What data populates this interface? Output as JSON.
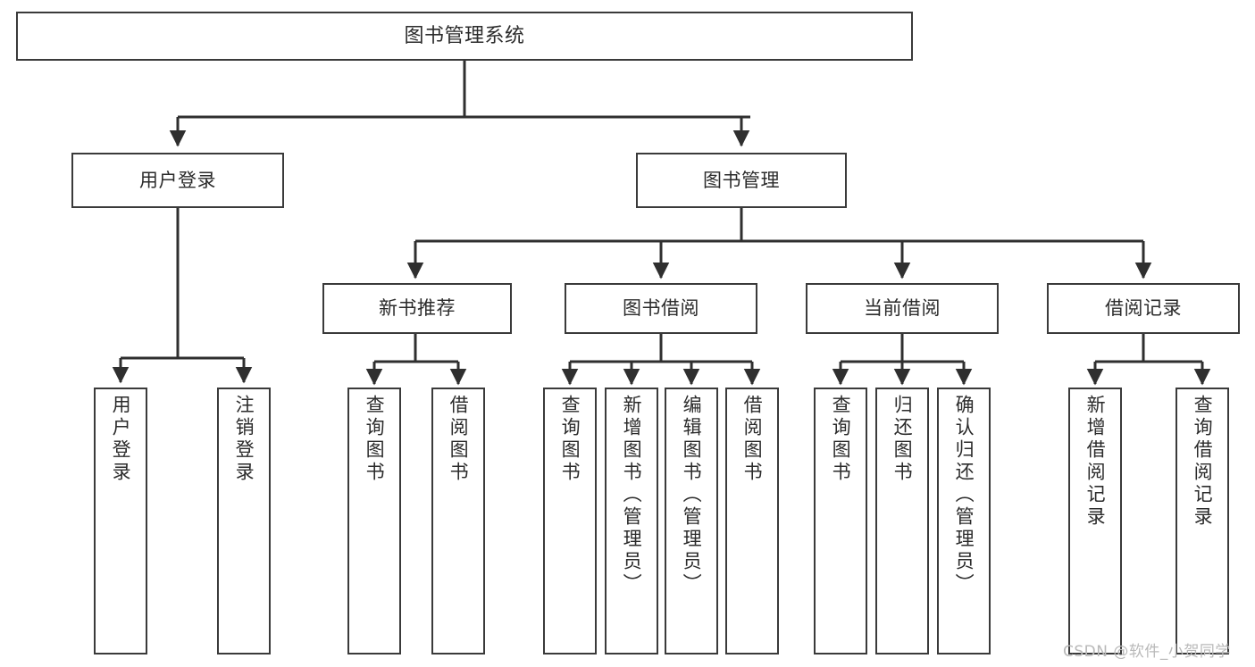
{
  "diagram": {
    "type": "hierarchy-tree",
    "title": "图书管理系统",
    "orientation": "top-down",
    "colors": {
      "box_border": "#3a3a3a",
      "box_fill": "#ffffff",
      "connector": "#2f2f2f",
      "text": "#2b2b2b",
      "watermark": "#b9b9b9",
      "background": "#ffffff"
    },
    "root": {
      "id": "root",
      "label": "图书管理系统"
    },
    "level2": [
      {
        "id": "user-login",
        "label": "用户登录"
      },
      {
        "id": "book-management",
        "label": "图书管理"
      }
    ],
    "level3": [
      {
        "id": "new-book-recommend",
        "label": "新书推荐",
        "parent": "book-management"
      },
      {
        "id": "book-borrow",
        "label": "图书借阅",
        "parent": "book-management"
      },
      {
        "id": "current-borrow",
        "label": "当前借阅",
        "parent": "book-management"
      },
      {
        "id": "borrow-record",
        "label": "借阅记录",
        "parent": "book-management"
      }
    ],
    "leaves": [
      {
        "id": "leaf-user-login",
        "label": "用户登录",
        "parent": "user-login"
      },
      {
        "id": "leaf-user-logout",
        "label": "注销登录",
        "parent": "user-login"
      },
      {
        "id": "leaf-query-book-1",
        "label": "查询图书",
        "parent": "new-book-recommend"
      },
      {
        "id": "leaf-borrow-book-1",
        "label": "借阅图书",
        "parent": "new-book-recommend"
      },
      {
        "id": "leaf-query-book-2",
        "label": "查询图书",
        "parent": "book-borrow"
      },
      {
        "id": "leaf-add-book",
        "label": "新增图书（管理员）",
        "parent": "book-borrow"
      },
      {
        "id": "leaf-edit-book",
        "label": "编辑图书（管理员）",
        "parent": "book-borrow"
      },
      {
        "id": "leaf-borrow-book-2",
        "label": "借阅图书",
        "parent": "book-borrow"
      },
      {
        "id": "leaf-query-book-3",
        "label": "查询图书",
        "parent": "current-borrow"
      },
      {
        "id": "leaf-return-book",
        "label": "归还图书",
        "parent": "current-borrow"
      },
      {
        "id": "leaf-confirm-return",
        "label": "确认归还（管理员）",
        "parent": "current-borrow"
      },
      {
        "id": "leaf-add-record",
        "label": "新增借阅记录",
        "parent": "borrow-record"
      },
      {
        "id": "leaf-query-record",
        "label": "查询借阅记录",
        "parent": "borrow-record"
      }
    ]
  },
  "watermark": {
    "text": "CSDN @软件_小贺同学"
  }
}
